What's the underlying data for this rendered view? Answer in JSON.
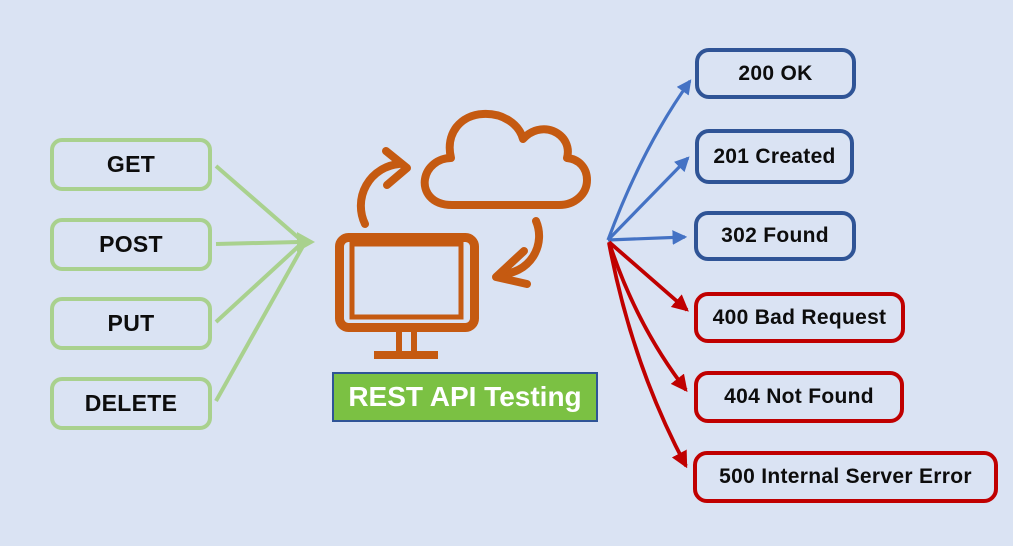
{
  "diagram": {
    "title": "REST API Testing",
    "methods": [
      "GET",
      "POST",
      "PUT",
      "DELETE"
    ],
    "responses_success": [
      "200 OK",
      "201 Created",
      "302 Found"
    ],
    "responses_error": [
      "400 Bad Request",
      "404 Not Found",
      "500 Internal Server Error"
    ],
    "icons": [
      "cloud-icon",
      "monitor-icon",
      "sync-arrows-icon"
    ],
    "colors": {
      "background": "#dae3f3",
      "method_border_green": "#a9d18e",
      "success_border_blue": "#2f5496",
      "arrow_blue": "#4472c4",
      "error_red": "#c00000",
      "center_orange": "#c55a11",
      "title_fill_green": "#7bc143",
      "title_text": "#ffffff",
      "box_text": "#0d0d0d"
    }
  }
}
